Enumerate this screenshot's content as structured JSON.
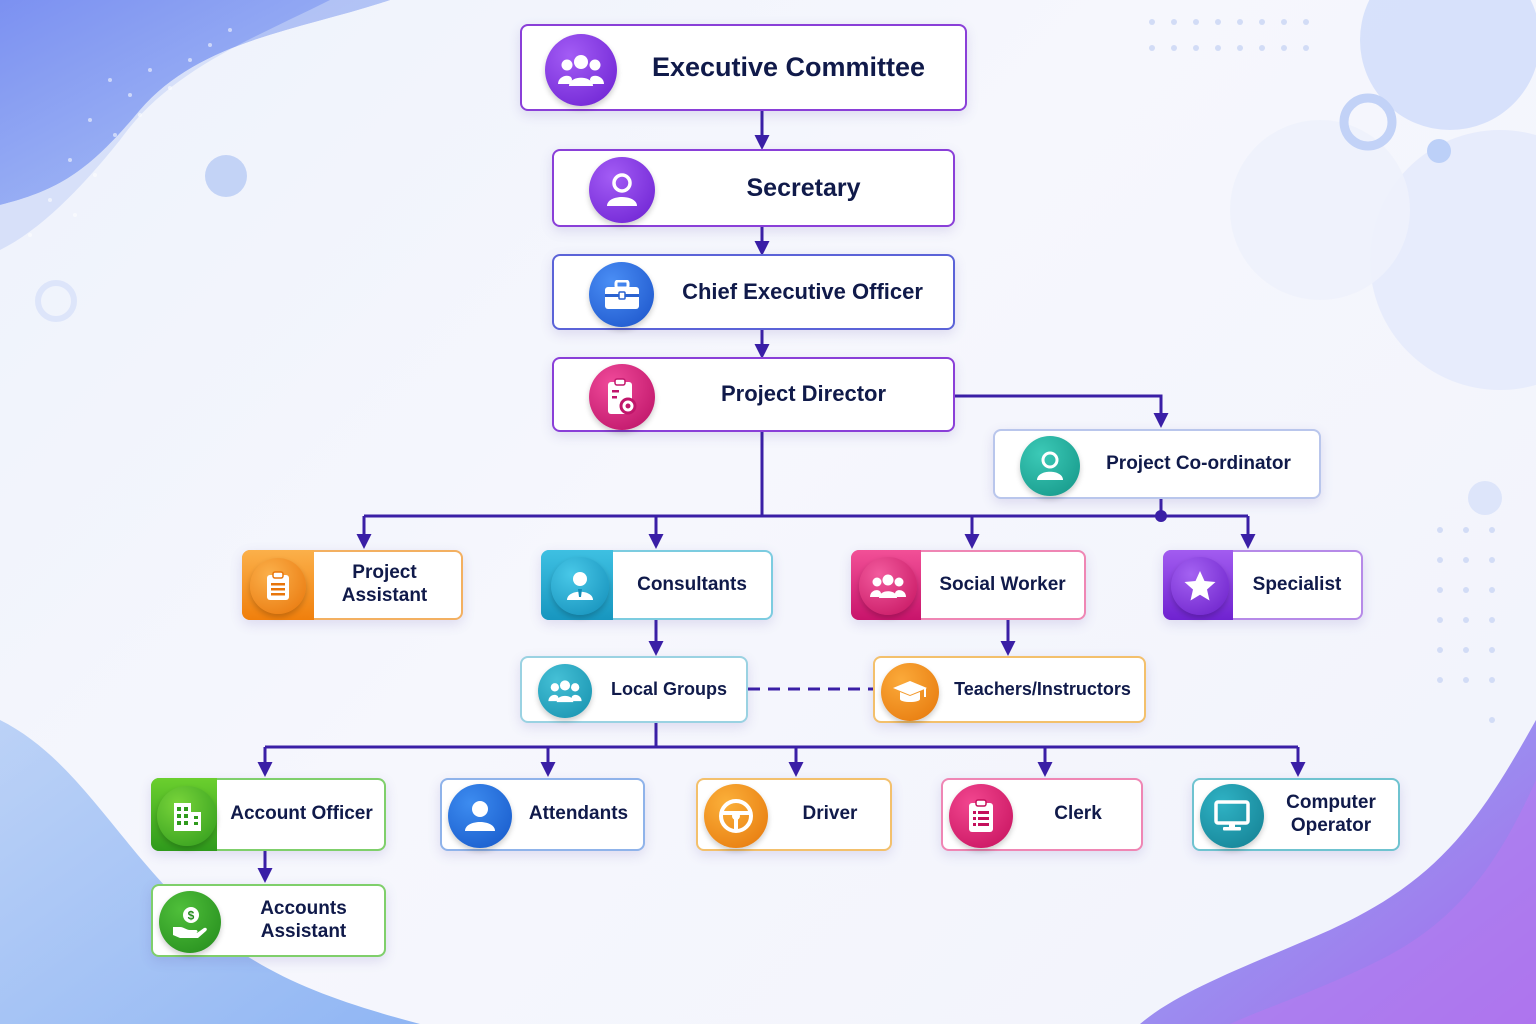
{
  "colors": {
    "connector": "#3a1fa6",
    "purple": "#7a2fd6",
    "blue": "#2b6fd9",
    "magenta": "#d01f7a",
    "teal": "#1fa898",
    "orange": "#f08a10",
    "cyan": "#1aa3c8",
    "pink": "#e0287a",
    "green": "#3aa52e"
  },
  "nodes": {
    "executive_committee": {
      "label": "Executive Committee",
      "icon": "group-icon"
    },
    "secretary": {
      "label": "Secretary",
      "icon": "person-icon"
    },
    "ceo": {
      "label": "Chief Executive Officer",
      "icon": "briefcase-icon"
    },
    "project_director": {
      "label": "Project Director",
      "icon": "clipboard-gear-icon"
    },
    "project_coordinator": {
      "label": "Project Co-ordinator",
      "icon": "person-icon"
    },
    "project_assistant": {
      "label": "Project\nAssistant",
      "icon": "clipboard-icon"
    },
    "consultants": {
      "label": "Consultants",
      "icon": "person-tie-icon"
    },
    "social_worker": {
      "label": "Social Worker",
      "icon": "group-icon"
    },
    "specialist": {
      "label": "Specialist",
      "icon": "star-icon"
    },
    "local_groups": {
      "label": "Local Groups",
      "icon": "group-icon"
    },
    "teachers_instructors": {
      "label": "Teachers/Instructors",
      "icon": "graduation-cap-icon"
    },
    "account_officer": {
      "label": "Account Officer",
      "icon": "building-icon"
    },
    "attendants": {
      "label": "Attendants",
      "icon": "person-icon"
    },
    "driver": {
      "label": "Driver",
      "icon": "steering-wheel-icon"
    },
    "clerk": {
      "label": "Clerk",
      "icon": "clipboard-list-icon"
    },
    "computer_operator": {
      "label": "Computer\nOperator",
      "icon": "monitor-icon"
    },
    "accounts_assistant": {
      "label": "Accounts\nAssistant",
      "icon": "hand-money-icon"
    }
  }
}
